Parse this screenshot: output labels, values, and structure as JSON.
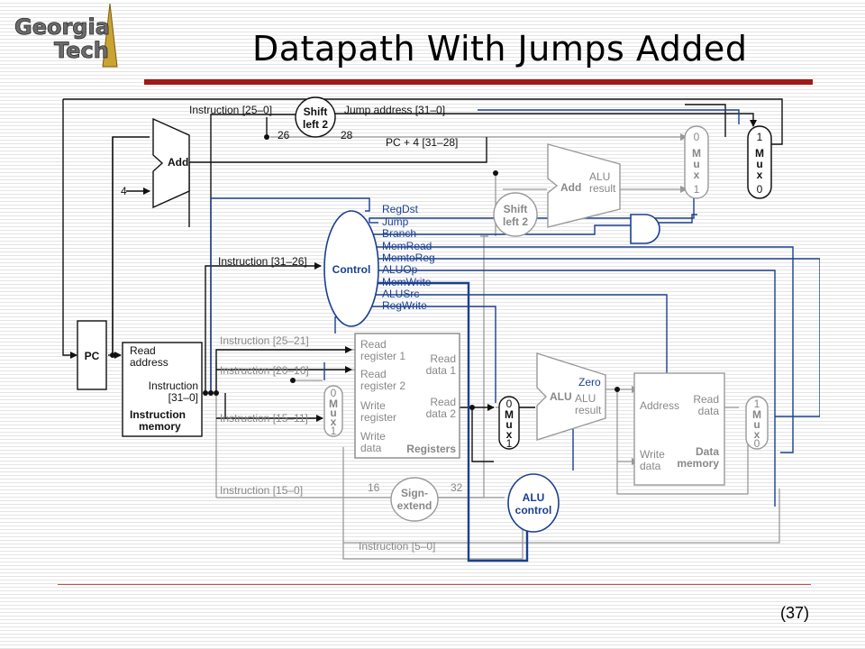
{
  "slide": {
    "title": "Datapath With Jumps Added",
    "page_number": "(37)"
  },
  "logo": {
    "line1": "Georgia",
    "line2": "Tech"
  },
  "colors": {
    "title_bar": "#a01818",
    "control_blue": "#1a3f8f",
    "datapath_black": "#111111",
    "inactive_gray": "#888888"
  },
  "diagram": {
    "instr_25_0": "Instruction [25–0]",
    "shift_left_2_top": [
      "Shift",
      "left 2"
    ],
    "jump_address": "Jump address [31–0]",
    "width_26": "26",
    "width_28": "28",
    "pc4_31_28": "PC + 4 [31–28]",
    "add_pc": "Add",
    "const_4": "4",
    "pc": "PC",
    "read_address": [
      "Read",
      "address"
    ],
    "instruction_31_0": [
      "Instruction",
      "[31–0]"
    ],
    "instruction_memory": [
      "Instruction",
      "memory"
    ],
    "instr_31_26": "Instruction [31–26]",
    "control": "Control",
    "control_signals": [
      "RegDst",
      "Jump",
      "Branch",
      "MemRead",
      "MemtoReg",
      "ALUOp",
      "MemWrite",
      "ALUSrc",
      "RegWrite"
    ],
    "shift_left_2_mid": [
      "Shift",
      "left 2"
    ],
    "add_alu_branch": "Add",
    "alu_result_branch": [
      "ALU",
      "result"
    ],
    "mux_label": [
      "M",
      "u",
      "x"
    ],
    "mux_in_0": "0",
    "mux_in_1": "1",
    "instr_25_21": "Instruction [25–21]",
    "instr_20_16": "Instruction [20–16]",
    "instr_15_11": "Instruction [15–11]",
    "instr_15_0": "Instruction [15–0]",
    "instr_5_0": "Instruction [5–0]",
    "read_register_1": [
      "Read",
      "register 1"
    ],
    "read_register_2": [
      "Read",
      "register 2"
    ],
    "write_register": [
      "Write",
      "register"
    ],
    "write_data": [
      "Write",
      "data"
    ],
    "read_data_1": [
      "Read",
      "data 1"
    ],
    "read_data_2": [
      "Read",
      "data 2"
    ],
    "registers": "Registers",
    "width_16": "16",
    "width_32": "32",
    "sign_extend": [
      "Sign-",
      "extend"
    ],
    "alu": "ALU",
    "zero": "Zero",
    "alu_result": [
      "ALU",
      "result"
    ],
    "alu_control": [
      "ALU",
      "control"
    ],
    "address": "Address",
    "read_data": [
      "Read",
      "data"
    ],
    "data_memory": [
      "Data",
      "memory"
    ],
    "write_data_mem": [
      "Write",
      "data"
    ]
  }
}
